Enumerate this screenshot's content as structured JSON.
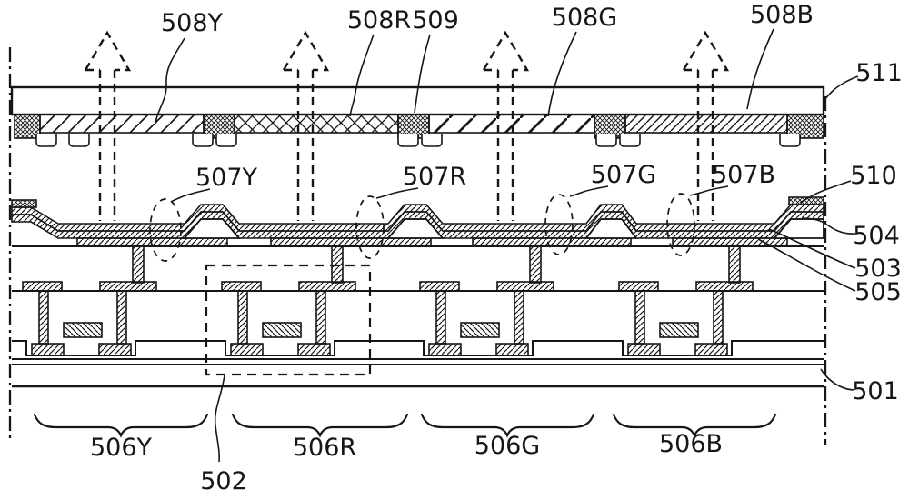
{
  "colors": {
    "ink": "#161616",
    "background": "#ffffff"
  },
  "labels": {
    "s508y": "508Y",
    "s508r": "508R",
    "s509": "509",
    "s508g": "508G",
    "s508b": "508B",
    "s511": "511",
    "s510": "510",
    "s504": "504",
    "s503": "503",
    "s505": "505",
    "s507y": "507Y",
    "s507r": "507R",
    "s507g": "507G",
    "s507b": "507B",
    "s501": "501",
    "s502": "502",
    "s506y": "506Y",
    "s506r": "506R",
    "s506g": "506G",
    "s506b": "506B"
  }
}
